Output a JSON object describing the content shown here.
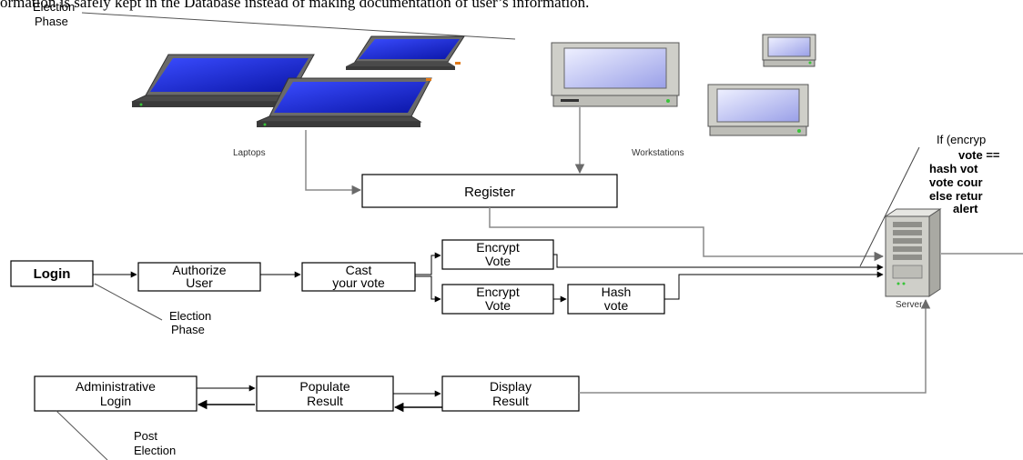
{
  "caption_text": "ormation is safely kept in the Database instead of making documentation of user’s information.",
  "phase_labels": {
    "top": [
      "Election",
      "Phase"
    ],
    "election": [
      "Election",
      "Phase"
    ],
    "post": [
      "Post",
      "Election"
    ]
  },
  "device_labels": {
    "laptops": "Laptops",
    "workstations": "Workstations",
    "server": "Server"
  },
  "boxes": {
    "register": [
      "Register"
    ],
    "login": [
      "Login"
    ],
    "authorize": [
      "Authorize",
      "User"
    ],
    "cast": [
      "Cast",
      "your vote"
    ],
    "encrypt_top": [
      "Encrypt",
      "Vote"
    ],
    "encrypt_bottom": [
      "Encrypt",
      "Vote"
    ],
    "hash": [
      "Hash",
      "vote"
    ],
    "admin_login": [
      "Administrative",
      "Login"
    ],
    "populate": [
      "Populate",
      "Result"
    ],
    "display": [
      "Display",
      "Result"
    ]
  },
  "server_note": [
    "If (encryp",
    "vote ==",
    "hash vot",
    "vote cour",
    "else retur",
    "alert"
  ],
  "colors": {
    "screen": "#1c2bd8",
    "laptop_body": "#5a5a5a",
    "monitor_case": "#d4d4d0",
    "connector_gray": "#9a9a9a",
    "box_border": "#000000"
  }
}
